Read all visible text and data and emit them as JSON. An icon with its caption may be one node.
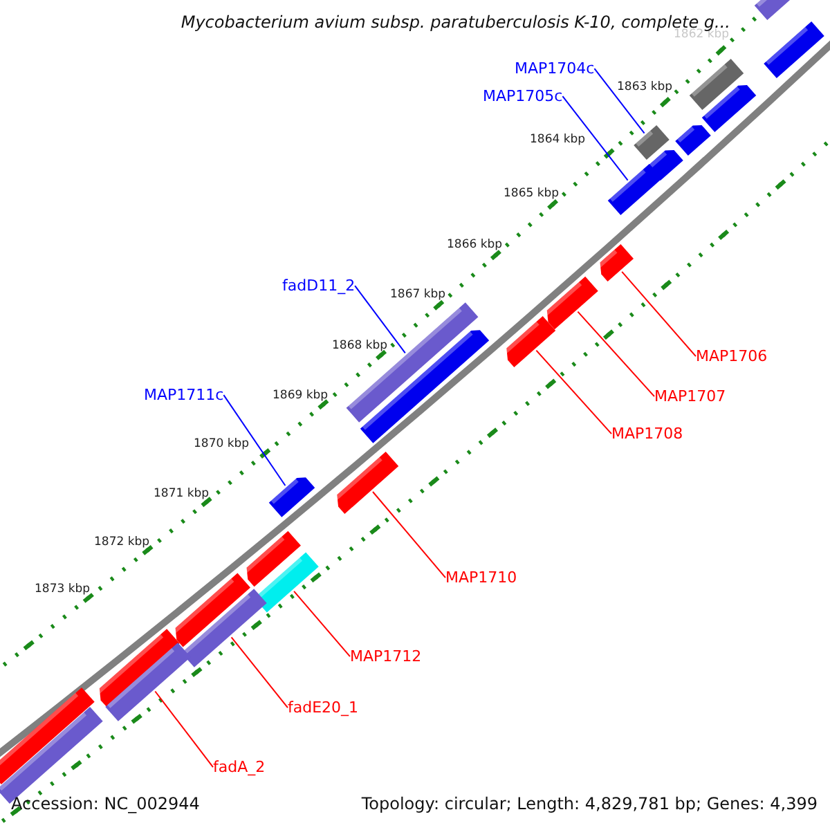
{
  "diagram": {
    "title": "Mycobacterium avium subsp. paratuberculosis K-10, complete g...",
    "nodes": [
      {
        "text": [
          "MAP1704c"
        ]
      },
      {
        "text": [
          "MAP1705c"
        ]
      },
      {
        "text": [
          "fadD11_2"
        ]
      },
      {
        "text": [
          "MAP1706"
        ]
      },
      {
        "text": [
          "MAP1711c"
        ]
      },
      {
        "text": [
          "MAP1707"
        ]
      },
      {
        "text": [
          "MAP1708"
        ]
      },
      {
        "text": [
          "MAP1710"
        ]
      },
      {
        "text": [
          "MAP1712"
        ]
      },
      {
        "text": [
          "fadE20_1"
        ]
      },
      {
        "text": [
          "fadA_2"
        ]
      },
      {
        "text": [],
        "shape": "bar"
      },
      {
        "text": [],
        "shape": "bar"
      },
      {
        "text": [],
        "shape": "bar"
      },
      {
        "text": [],
        "shape": "arrow"
      },
      {
        "text": [],
        "shape": "bar"
      },
      {
        "text": [],
        "shape": "arrow"
      },
      {
        "text": [],
        "shape": "arrow"
      },
      {
        "text": [],
        "shape": "bar"
      },
      {
        "text": [],
        "shape": "arrow"
      },
      {
        "text": [],
        "shape": "arrow"
      },
      {
        "text": [],
        "shape": "arrow"
      },
      {
        "text": [],
        "shape": "bar"
      },
      {
        "text": [],
        "shape": "arrow"
      },
      {
        "text": [],
        "shape": "arrow"
      },
      {
        "text": [],
        "shape": "arrow"
      },
      {
        "text": [],
        "shape": "arrow"
      },
      {
        "text": [],
        "shape": "bar"
      },
      {
        "text": [],
        "shape": "arrow"
      },
      {
        "text": [],
        "shape": "bar"
      },
      {
        "text": [],
        "shape": "arrow"
      },
      {
        "text": [],
        "shape": "bar"
      },
      {
        "text": [],
        "shape": "arrow"
      },
      {
        "text": [],
        "shape": "bar"
      }
    ],
    "edges": [
      {
        "from": 0,
        "to": 15,
        "arrow": "none",
        "color": "#0000ff"
      },
      {
        "from": 1,
        "to": 18,
        "arrow": "none",
        "color": "#0000ff"
      },
      {
        "from": 2,
        "to": 22,
        "arrow": "none",
        "color": "#0000ff"
      },
      {
        "from": 3,
        "to": 19,
        "arrow": "none"
      },
      {
        "from": 4,
        "to": 24,
        "arrow": "none",
        "color": "#0000ff"
      },
      {
        "from": 5,
        "to": 20,
        "arrow": "none"
      },
      {
        "from": 6,
        "to": 21,
        "arrow": "none"
      },
      {
        "from": 7,
        "to": 25,
        "arrow": "none"
      },
      {
        "from": 8,
        "to": 27,
        "arrow": "none"
      },
      {
        "from": 9,
        "to": 29,
        "arrow": "none"
      },
      {
        "from": 10,
        "to": 31,
        "arrow": "none"
      }
    ],
    "labels": [
      "1862 kbp",
      "1863 kbp",
      "1864 kbp",
      "1865 kbp",
      "1866 kbp",
      "1867 kbp",
      "1868 kbp",
      "1869 kbp",
      "1870 kbp",
      "1871 kbp",
      "1872 kbp",
      "1873 kbp",
      "Accession: NC_002944",
      "Topology: circular; Length: 4,829,781 bp; Genes: 4,399"
    ]
  }
}
